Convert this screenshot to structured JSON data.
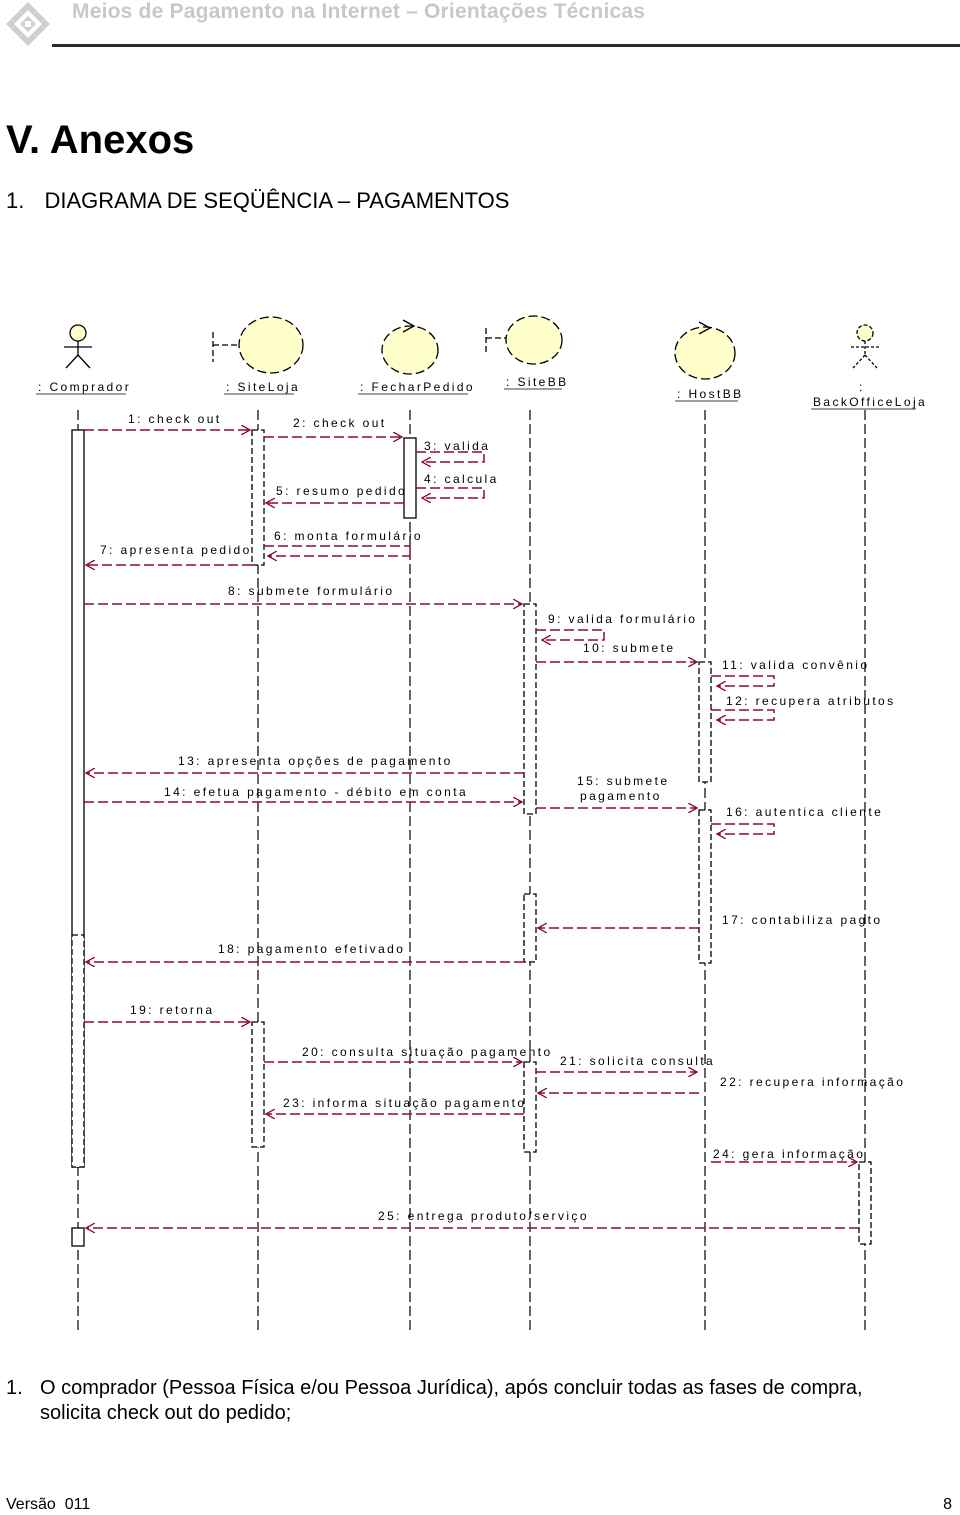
{
  "header": {
    "title": "Meios de Pagamento na Internet – Orientações Técnicas",
    "logo_icon": "bank-logo-icon"
  },
  "section": {
    "title": "V. Anexos",
    "subtitle_number": "1.",
    "subtitle": "DIAGRAMA DE SEQÜÊNCIA – PAGAMENTOS"
  },
  "diagram": {
    "colors": {
      "message": "#8b0a3a",
      "lifeline": "#000000",
      "entity_fill": "#ffffcc"
    },
    "participants": [
      {
        "label": ": Comprador",
        "icon": "actor-icon"
      },
      {
        "label": ": SiteLoja",
        "icon": "boundary-icon"
      },
      {
        "label": ": FecharPedido",
        "icon": "control-icon"
      },
      {
        "label": ": SiteBB",
        "icon": "boundary-icon"
      },
      {
        "label": ": HostBB",
        "icon": "control-icon"
      },
      {
        "label_line1": ":",
        "label_line2": "BackOfficeLoja",
        "icon": "actor-icon"
      }
    ],
    "messages": [
      {
        "label": "1: check out"
      },
      {
        "label": "2: check out"
      },
      {
        "label": "3: valida"
      },
      {
        "label": "4: calcula"
      },
      {
        "label": "5: resumo pedido"
      },
      {
        "label": "6: monta formulário"
      },
      {
        "label": "7: apresenta pedido"
      },
      {
        "label": "8: submete formulário"
      },
      {
        "label": "9: valida formulário"
      },
      {
        "label": "10: submete"
      },
      {
        "label": "11: valida convênio"
      },
      {
        "label": "12: recupera atributos"
      },
      {
        "label": "13: apresenta opções de pagamento"
      },
      {
        "label": "14: efetua pagamento - débito em conta"
      },
      {
        "label_line1": "15: submete",
        "label_line2": "pagamento"
      },
      {
        "label": "16: autentica cliente"
      },
      {
        "label": "17: contabiliza pagto"
      },
      {
        "label": "18: pagamento efetivado"
      },
      {
        "label": "19: retorna"
      },
      {
        "label": "20: consulta situação pagamento"
      },
      {
        "label": "21: solicita consulta"
      },
      {
        "label": "22: recupera informação"
      },
      {
        "label": "23: informa situação pagamento"
      },
      {
        "label": "24: gera informação"
      },
      {
        "label": "25: entrega produto/serviço"
      }
    ]
  },
  "paragraph": {
    "number": "1.",
    "line1": "O comprador (Pessoa Física e/ou Pessoa Jurídica), após concluir todas as fases de compra,",
    "line2": "solicita check out do pedido;"
  },
  "footer": {
    "version": "Versão  011",
    "page": "8"
  }
}
